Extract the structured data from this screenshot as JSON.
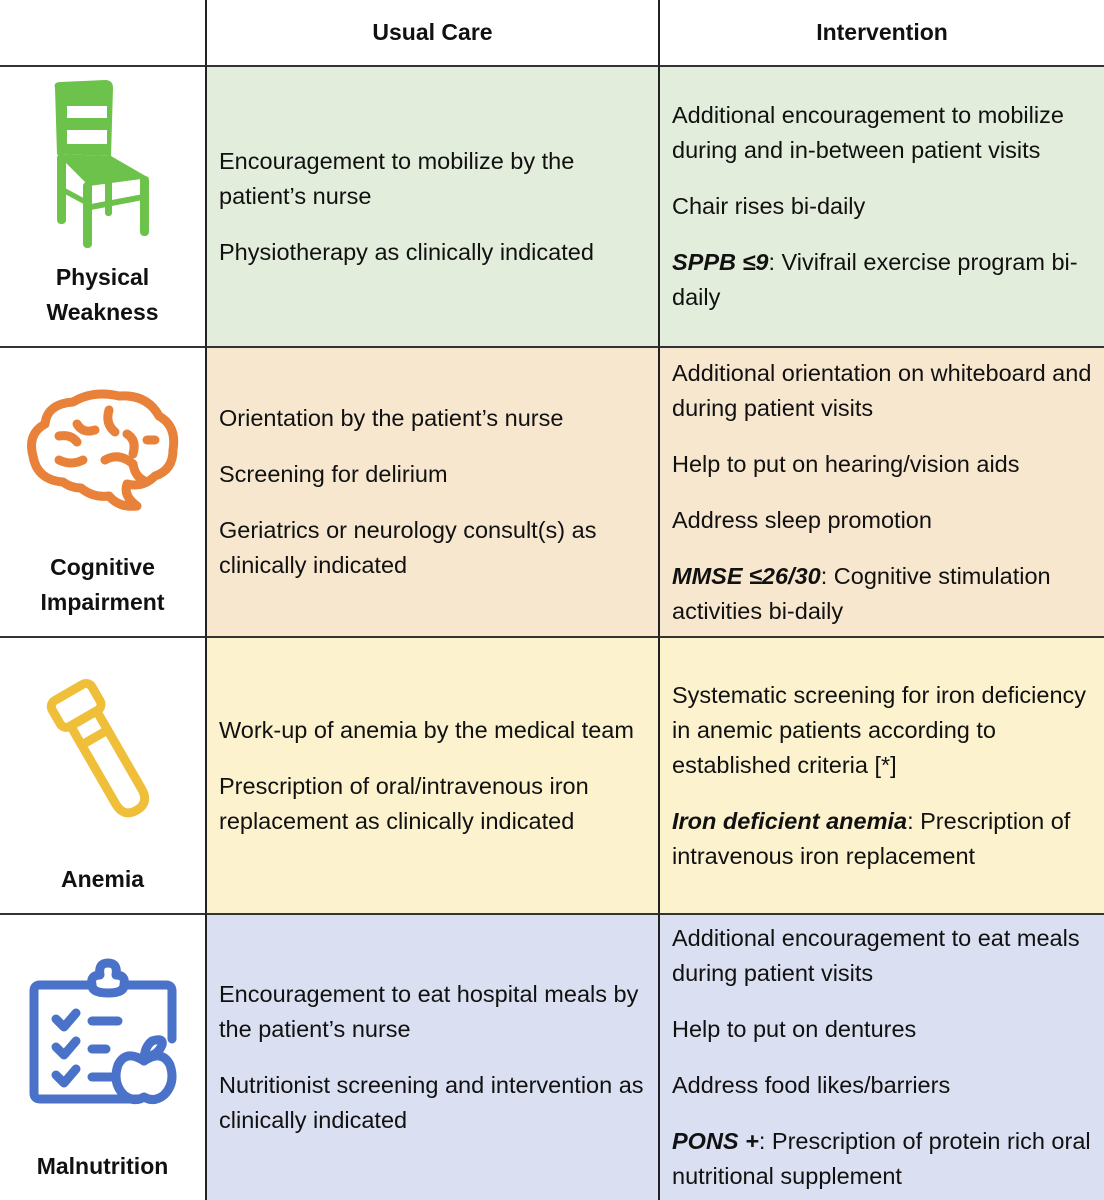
{
  "header": {
    "col_blank": "",
    "col_usual": "Usual Care",
    "col_intervention": "Intervention"
  },
  "colors": {
    "physical_bg": "#e3eddb",
    "cognitive_bg": "#f7e7cf",
    "anemia_bg": "#fcf2ce",
    "malnutrition_bg": "#dae0f1",
    "chair_icon": "#6cc24a",
    "brain_icon": "#e8823a",
    "tube_icon": "#f0bf3a",
    "clipboard_icon": "#4a72c8"
  },
  "rows": [
    {
      "category_line1": "Physical",
      "category_line2": "Weakness",
      "icon": "chair-icon",
      "usual": [
        "Encouragement to mobilize by the patient’s nurse",
        "Physiotherapy as clinically indicated"
      ],
      "intervention": [
        {
          "em": "",
          "text": "Additional encouragement to mobilize during and in-between patient visits"
        },
        {
          "em": "",
          "text": "Chair rises bi-daily"
        },
        {
          "em": "SPPB ≤9",
          "text": ": Vivifrail exercise program bi-daily"
        }
      ]
    },
    {
      "category_line1": "Cognitive",
      "category_line2": "Impairment",
      "icon": "brain-icon",
      "usual": [
        "Orientation by the patient’s nurse",
        "Screening for delirium",
        "Geriatrics or neurology consult(s) as clinically indicated"
      ],
      "intervention": [
        {
          "em": "",
          "text": "Additional orientation on whiteboard and during patient visits"
        },
        {
          "em": "",
          "text": "Help to put on hearing/vision aids"
        },
        {
          "em": "",
          "text": "Address sleep promotion"
        },
        {
          "em": "MMSE ≤26/30",
          "text": ": Cognitive stimulation activities bi-daily"
        }
      ]
    },
    {
      "category_line1": "Anemia",
      "category_line2": "",
      "icon": "test-tube-icon",
      "usual": [
        "Work-up of anemia by the medical team",
        "Prescription of oral/intravenous iron replacement as clinically indicated"
      ],
      "intervention": [
        {
          "em": "",
          "text": "Systematic screening for iron deficiency in anemic patients according to established criteria [*]"
        },
        {
          "em": "Iron deficient anemia",
          "text": ": Prescription of intravenous iron replacement"
        }
      ]
    },
    {
      "category_line1": "Malnutrition",
      "category_line2": "",
      "icon": "clipboard-apple-icon",
      "usual": [
        "Encouragement to eat hospital meals by the patient’s nurse",
        "Nutritionist screening and intervention as clinically indicated"
      ],
      "intervention": [
        {
          "em": "",
          "text": "Additional encouragement to eat meals during patient visits"
        },
        {
          "em": "",
          "text": "Help to put on dentures"
        },
        {
          "em": "",
          "text": "Address food likes/barriers"
        },
        {
          "em": "PONS +",
          "text": ": Prescription of protein rich oral nutritional supplement"
        }
      ]
    }
  ]
}
